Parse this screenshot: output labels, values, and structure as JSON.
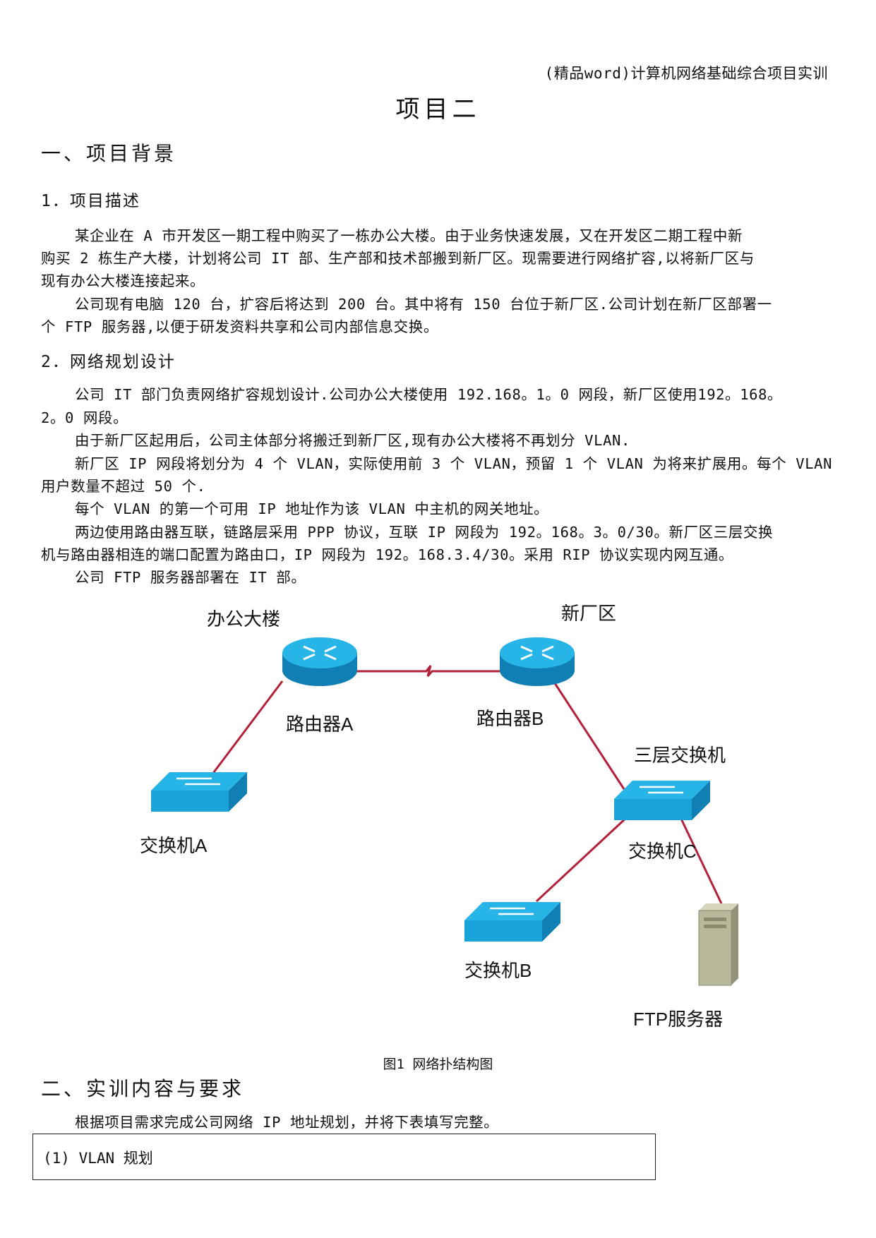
{
  "header": {
    "text": "(精品word)计算机网络基础综合项目实训"
  },
  "title": "项目二",
  "section1": {
    "heading": "一、项目背景",
    "sub1": {
      "heading": "1．项目描述",
      "lines": [
        "某企业在 A 市开发区一期工程中购买了一栋办公大楼。由于业务快速发展，又在开发区二期工程中新",
        "购买 2 栋生产大楼，计划将公司 IT 部、生产部和技术部搬到新厂区。现需要进行网络扩容,以将新厂区与",
        "现有办公大楼连接起来。",
        "公司现有电脑 120 台，扩容后将达到 200 台。其中将有 150 台位于新厂区.公司计划在新厂区部署一",
        "个 FTP 服务器,以便于研发资料共享和公司内部信息交换。"
      ]
    },
    "sub2": {
      "heading": "2．网络规划设计",
      "lines": [
        "公司 IT 部门负责网络扩容规划设计.公司办公大楼使用 192.168。1。0 网段，新厂区使用192。168。",
        "2。0 网段。",
        "由于新厂区起用后，公司主体部分将搬迁到新厂区,现有办公大楼将不再划分 VLAN.",
        "新厂区 IP 网段将划分为 4 个 VLAN，实际使用前 3 个 VLAN，预留 1 个 VLAN 为将来扩展用。每个 VLAN",
        "用户数量不超过 50 个.",
        "每个 VLAN 的第一个可用 IP 地址作为该 VLAN 中主机的网关地址。",
        "两边使用路由器互联，链路层采用 PPP 协议，互联 IP 网段为 192。168。3。0/30。新厂区三层交换",
        "机与路由器相连的端口配置为路由口，IP 网段为 192。168.3.4/30。采用 RIP 协议实现内网互通。",
        "公司 FTP 服务器部署在 IT 部。"
      ]
    }
  },
  "diagram": {
    "labels": {
      "office": "办公大楼",
      "newarea": "新厂区",
      "routerA": "路由器A",
      "routerB": "路由器B",
      "l3switch": "三层交换机",
      "switchA": "交换机A",
      "switchC": "交换机C",
      "switchB": "交换机B",
      "ftp": "FTP服务器"
    },
    "colors": {
      "device": "#1aa3d9",
      "link": "#b3203a",
      "server": "#b8b89a"
    }
  },
  "caption": "图1 网络扑结构图",
  "section2": {
    "heading": "二、实训内容与要求",
    "line": "根据项目需求完成公司网络 IP 地址规划，并将下表填写完整。",
    "box": "(1) VLAN 规划"
  }
}
